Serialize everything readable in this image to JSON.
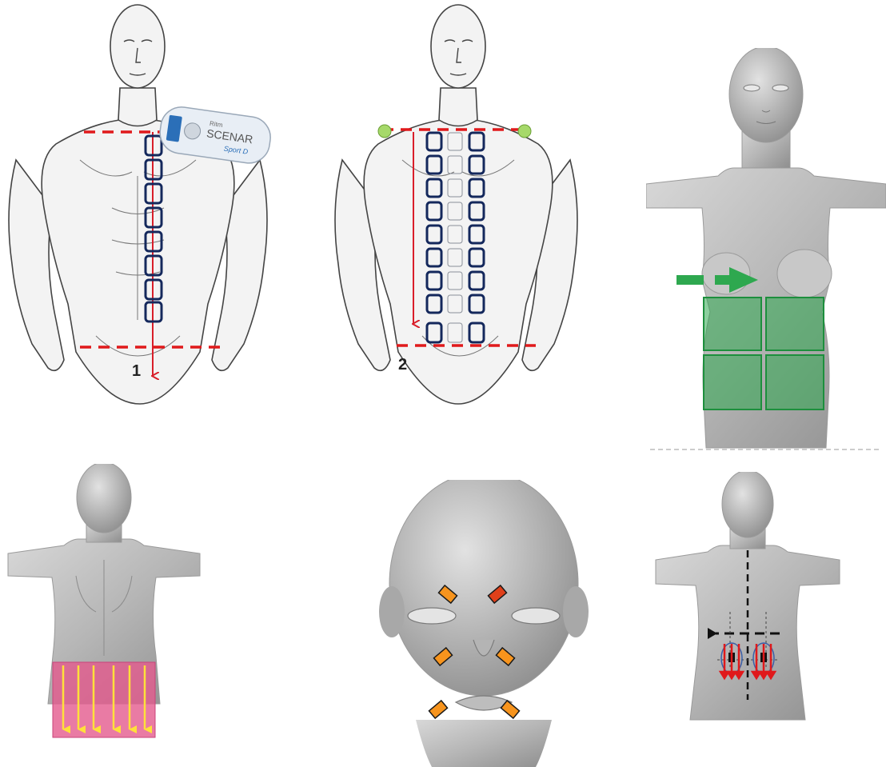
{
  "panels": {
    "chest_line": {
      "step_number": "1",
      "device": {
        "brand": "Ritm",
        "name": "SCENAR",
        "model": "Sport D"
      }
    },
    "chest_three_lines": {
      "step_number": "2"
    },
    "abdomen_quadrants": {},
    "lower_back_arrows": {},
    "face_points": {},
    "back_cross": {}
  },
  "colors": {
    "electrode_outline": "#14285c",
    "guide_dash": "#e0191b",
    "guide_arrow": "#d91e2a",
    "shoulder_point": "#a6d96a",
    "zone_green": "#2ea84f",
    "zone_pink": "#e35a8d",
    "arrow_yellow": "#ffe03a",
    "face_orange": "#f7941d",
    "face_red": "#e0401a"
  }
}
